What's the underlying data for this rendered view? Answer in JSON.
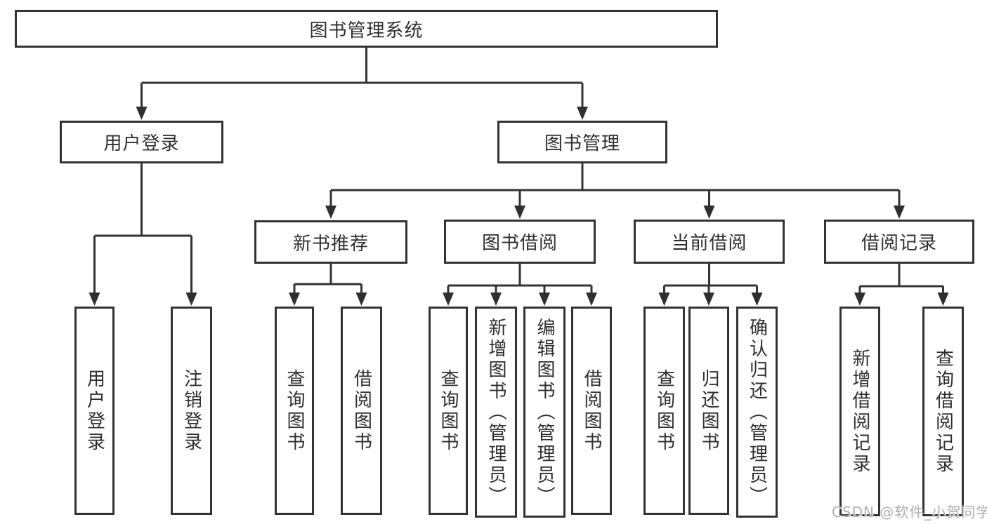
{
  "diagram": {
    "root": {
      "label": "图书管理系统"
    },
    "branches": [
      {
        "label": "用户登录",
        "children": [
          {
            "label": "用户登录"
          },
          {
            "label": "注销登录"
          }
        ]
      },
      {
        "label": "图书管理",
        "children": [
          {
            "label": "新书推荐",
            "children": [
              {
                "label": "查询图书"
              },
              {
                "label": "借阅图书"
              }
            ]
          },
          {
            "label": "图书借阅",
            "children": [
              {
                "label": "查询图书"
              },
              {
                "label": "新增图书（管理员）"
              },
              {
                "label": "编辑图书（管理员）"
              },
              {
                "label": "借阅图书"
              }
            ]
          },
          {
            "label": "当前借阅",
            "children": [
              {
                "label": "查询图书"
              },
              {
                "label": "归还图书"
              },
              {
                "label": "确认归还（管理员）"
              }
            ]
          },
          {
            "label": "借阅记录",
            "children": [
              {
                "label": "新增借阅记录"
              },
              {
                "label": "查询借阅记录"
              }
            ]
          }
        ]
      }
    ]
  },
  "watermark": {
    "text": "CSDN @软件_小贺同学",
    "color": "#aeaeae"
  },
  "colors": {
    "line": "#333333",
    "box_border": "#333333",
    "text": "#2f2f2f",
    "background": "#ffffff",
    "watermark": "#aeaeae"
  }
}
